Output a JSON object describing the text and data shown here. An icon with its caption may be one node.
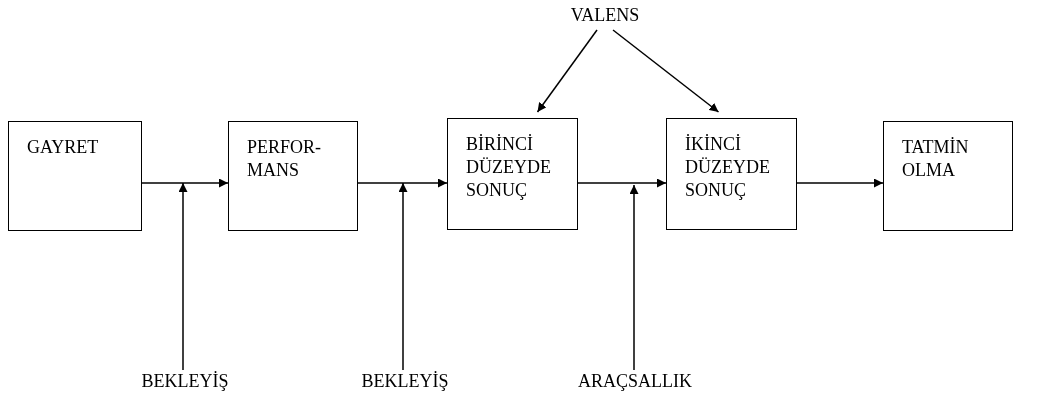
{
  "diagram": {
    "nodes": [
      {
        "text": [
          "GAYRET"
        ]
      },
      {
        "text": [
          "PERFOR- MANS"
        ]
      },
      {
        "text": [
          "BİRİNCİ DÜZEYDE SONUÇ"
        ]
      },
      {
        "text": [
          "İKİNCİ DÜZEYDE SONUÇ"
        ]
      },
      {
        "text": [
          "TATMİN OLMA"
        ]
      },
      {
        "text": [
          "VALENS"
        ]
      },
      {
        "text": [
          "BEKLEYİŞ"
        ]
      },
      {
        "text": [
          "BEKLEYİŞ"
        ]
      },
      {
        "text": [
          "ARAÇSALLIK"
        ]
      }
    ],
    "edges": [
      {
        "from": 0,
        "to": 1,
        "arrow": "to"
      },
      {
        "from": 1,
        "to": 2,
        "arrow": "to"
      },
      {
        "from": 2,
        "to": 3,
        "arrow": "to"
      },
      {
        "from": 3,
        "to": 4,
        "arrow": "to"
      },
      {
        "from": 5,
        "to": 2,
        "arrow": "to"
      },
      {
        "from": 5,
        "to": 3,
        "arrow": "to"
      },
      {
        "from": 6,
        "to": null,
        "arrow": "to"
      },
      {
        "from": 7,
        "to": null,
        "arrow": "to"
      },
      {
        "from": 8,
        "to": null,
        "arrow": "to"
      }
    ]
  }
}
